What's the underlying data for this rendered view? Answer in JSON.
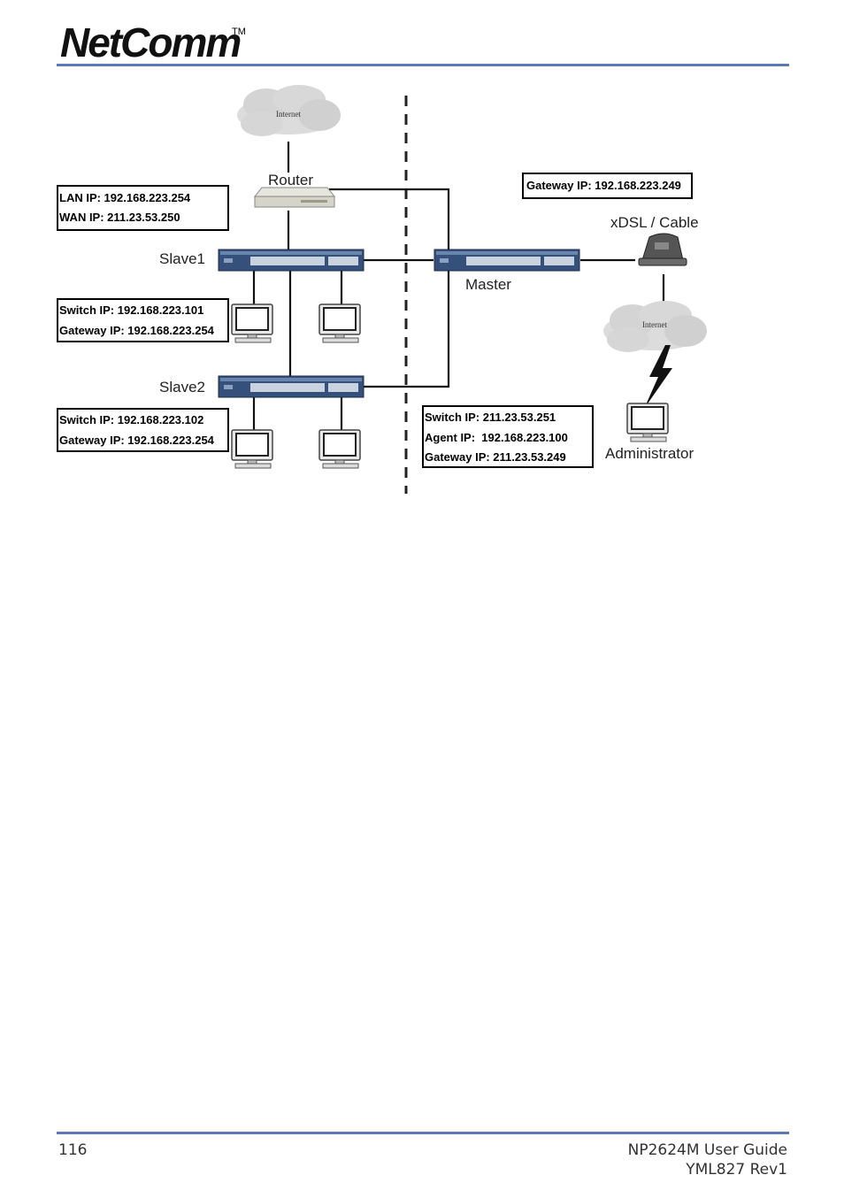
{
  "header": {
    "logo_text": "NetComm",
    "trademark": "TM"
  },
  "diagram": {
    "labels": {
      "internet_top": "Internet",
      "internet_right": "Internet",
      "router": "Router",
      "slave1": "Slave1",
      "slave2": "Slave2",
      "master": "Master",
      "xdsl": "xDSL / Cable",
      "administrator": "Administrator"
    },
    "boxes": {
      "router_info": [
        "LAN IP: 192.168.223.254",
        "WAN IP: 211.23.53.250"
      ],
      "gateway_info": [
        "Gateway IP: 192.168.223.249"
      ],
      "slave1_info": [
        "Switch IP: 192.168.223.101",
        "Gateway IP: 192.168.223.254"
      ],
      "slave2_info": [
        "Switch IP: 192.168.223.102",
        "Gateway IP: 192.168.223.254"
      ],
      "master_info": [
        "Switch IP: 211.23.53.251",
        "Agent IP:  192.168.223.100",
        "Gateway IP: 211.23.53.249"
      ]
    }
  },
  "footer": {
    "page_number": "116",
    "guide_title": "NP2624M User Guide",
    "revision": "YML827 Rev1"
  },
  "colors": {
    "rule": "#5b79b4",
    "switch_body": "#2f4a6e",
    "cloud": "#d9d9d9"
  }
}
